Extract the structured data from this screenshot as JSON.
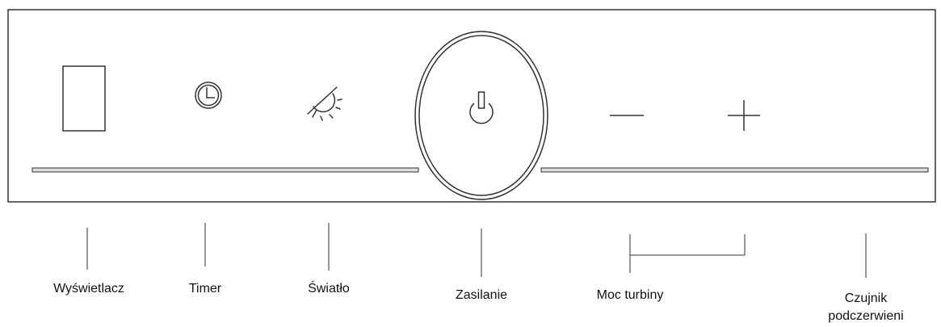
{
  "panel": {
    "icons": [
      "display-icon",
      "clock-icon",
      "light-bulb-icon",
      "power-icon",
      "minus-icon",
      "plus-icon"
    ]
  },
  "labels": {
    "display": "Wyświetlacz",
    "timer": "Timer",
    "light": "Światło",
    "power": "Zasilanie",
    "turbo": "Moc turbiny",
    "ir_sensor_line1": "Czujnik",
    "ir_sensor_line2": "podczerwieni"
  },
  "colors": {
    "stroke": "#333333",
    "panel_bg": "#ffffff",
    "bar_fill": "#dcdcdc"
  }
}
